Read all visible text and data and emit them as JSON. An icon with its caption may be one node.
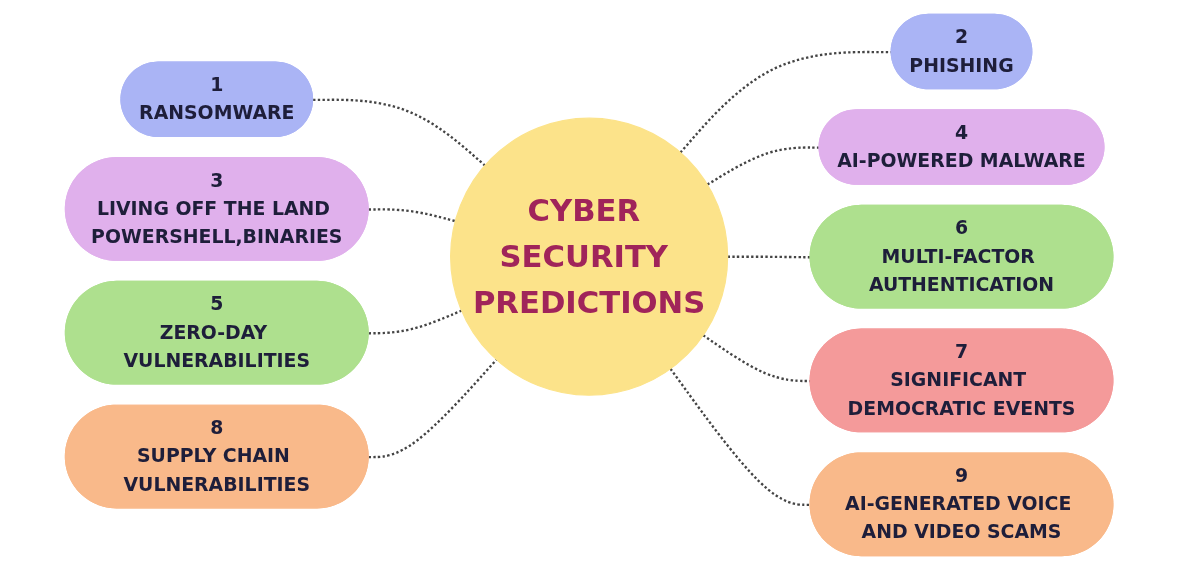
{
  "diagram": {
    "nodes": [
      {
        "text": [
          "CYBER SECURITY PREDICTIONS"
        ]
      },
      {
        "text": [
          "1",
          "RANSOMWARE"
        ]
      },
      {
        "text": [
          "2",
          "PHISHING"
        ]
      },
      {
        "text": [
          "3",
          "LIVING OFF THE LAND POWERSHELL,BINARIES"
        ]
      },
      {
        "text": [
          "4",
          "AI-POWERED MALWARE"
        ]
      },
      {
        "text": [
          "5",
          "ZERO-DAY VULNERABILITIES"
        ]
      },
      {
        "text": [
          "6",
          "MULTI-FACTOR AUTHENTICATION"
        ]
      },
      {
        "text": [
          "7",
          "SIGNIFICANT DEMOCRATIC EVENTS"
        ]
      },
      {
        "text": [
          "8",
          "SUPPLY CHAIN VULNERABILITIES"
        ]
      },
      {
        "text": [
          "9",
          "AI-GENERATED VOICE AND VIDEO SCAMS"
        ]
      }
    ],
    "edges": [
      {
        "from": 1,
        "to": 0,
        "arrow": "none",
        "style": "dashed"
      },
      {
        "from": 0,
        "to": 2,
        "arrow": "none",
        "style": "dashed"
      },
      {
        "from": 3,
        "to": 0,
        "arrow": "none",
        "style": "dashed"
      },
      {
        "from": 0,
        "to": 4,
        "arrow": "none",
        "style": "dashed"
      },
      {
        "from": 5,
        "to": 0,
        "arrow": "none",
        "style": "dashed"
      },
      {
        "from": 0,
        "to": 6,
        "arrow": "none",
        "style": "dashed"
      },
      {
        "from": 0,
        "to": 7,
        "arrow": "none",
        "style": "dashed"
      },
      {
        "from": 8,
        "to": 0,
        "arrow": "none",
        "style": "dashed"
      },
      {
        "from": 0,
        "to": 9,
        "arrow": "none",
        "style": "dashed"
      }
    ]
  }
}
